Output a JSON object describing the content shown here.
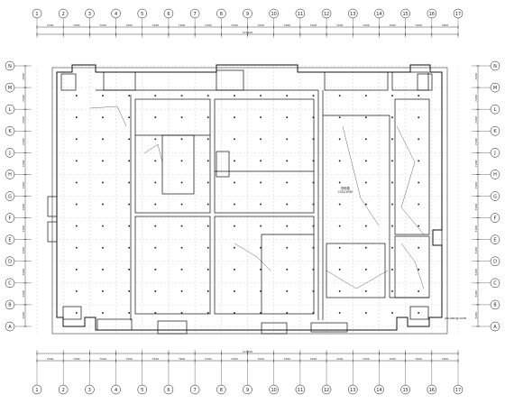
{
  "drawing": {
    "stroke_color": "#111111",
    "background": "#ffffff",
    "grid_bubble_icon": "circle-with-letter-or-number",
    "watermark": "zhulong.com"
  },
  "grid": {
    "columns": [
      "1",
      "2",
      "3",
      "4",
      "5",
      "6",
      "7",
      "8",
      "9",
      "10",
      "11",
      "12",
      "13",
      "14",
      "15",
      "16",
      "17"
    ],
    "rows": [
      "N",
      "M",
      "L",
      "K",
      "J",
      "H",
      "G",
      "F",
      "E",
      "D",
      "C",
      "B",
      "A"
    ]
  },
  "dimensions": {
    "top_segments": [
      "7200",
      "7200",
      "7200",
      "7200",
      "7200",
      "7200",
      "7200",
      "7200",
      "7200",
      "7200",
      "7200",
      "7200",
      "7200",
      "7200",
      "7200",
      "7200"
    ],
    "top_total": "115200",
    "bottom_segments": [
      "7200",
      "7200",
      "7200",
      "7200",
      "7200",
      "7200",
      "7200",
      "7200",
      "7200",
      "7200",
      "7200",
      "7200",
      "7200",
      "7200",
      "7200",
      "7200"
    ],
    "bottom_total": "115200",
    "left_segments": [
      "7200",
      "7200",
      "7200",
      "7200",
      "7200",
      "7200",
      "7200",
      "7200",
      "7200",
      "7200",
      "7200",
      "7200"
    ],
    "right_segments": [
      "7200",
      "7200",
      "7200",
      "7200",
      "7200",
      "7200",
      "7200",
      "7200",
      "7200",
      "7200",
      "7200",
      "7200"
    ]
  },
  "labels": {
    "center_room": "CSQ21P60",
    "center_room_sub": "配电箱"
  }
}
